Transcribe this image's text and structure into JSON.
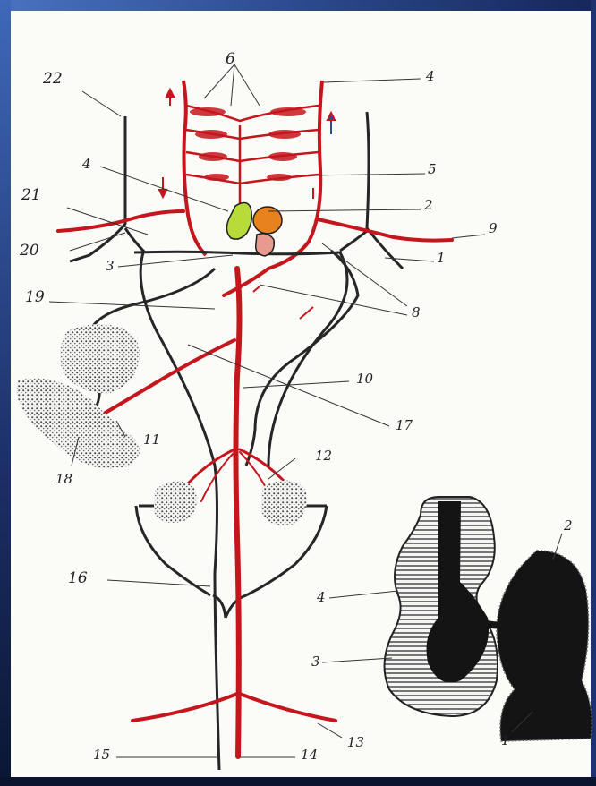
{
  "main_diagram": {
    "labels": [
      {
        "id": "l22",
        "text": "22"
      },
      {
        "id": "l6",
        "text": "6"
      },
      {
        "id": "l4a",
        "text": "4"
      },
      {
        "id": "l5",
        "text": "5"
      },
      {
        "id": "l4b",
        "text": "4"
      },
      {
        "id": "l2",
        "text": "2"
      },
      {
        "id": "l21",
        "text": "21"
      },
      {
        "id": "l9",
        "text": "9"
      },
      {
        "id": "l20",
        "text": "20"
      },
      {
        "id": "l3",
        "text": "3"
      },
      {
        "id": "l1",
        "text": "1"
      },
      {
        "id": "l19",
        "text": "19"
      },
      {
        "id": "l8",
        "text": "8"
      },
      {
        "id": "l10",
        "text": "10"
      },
      {
        "id": "l17",
        "text": "17"
      },
      {
        "id": "l11",
        "text": "11"
      },
      {
        "id": "l12",
        "text": "12"
      },
      {
        "id": "l18",
        "text": "18"
      },
      {
        "id": "l16",
        "text": "16"
      },
      {
        "id": "l15",
        "text": "15"
      },
      {
        "id": "l14",
        "text": "14"
      },
      {
        "id": "l13",
        "text": "13"
      }
    ]
  },
  "inset_diagram": {
    "labels": [
      {
        "id": "i2",
        "text": "2"
      },
      {
        "id": "i4",
        "text": "4"
      },
      {
        "id": "i3",
        "text": "3"
      },
      {
        "id": "i1",
        "text": "1"
      }
    ]
  },
  "colors": {
    "artery": "#c4161c",
    "vein": "#262626",
    "gland_green": "#b7dc3a",
    "gland_orange": "#e8821e",
    "gland_pink": "#e89a8f"
  }
}
